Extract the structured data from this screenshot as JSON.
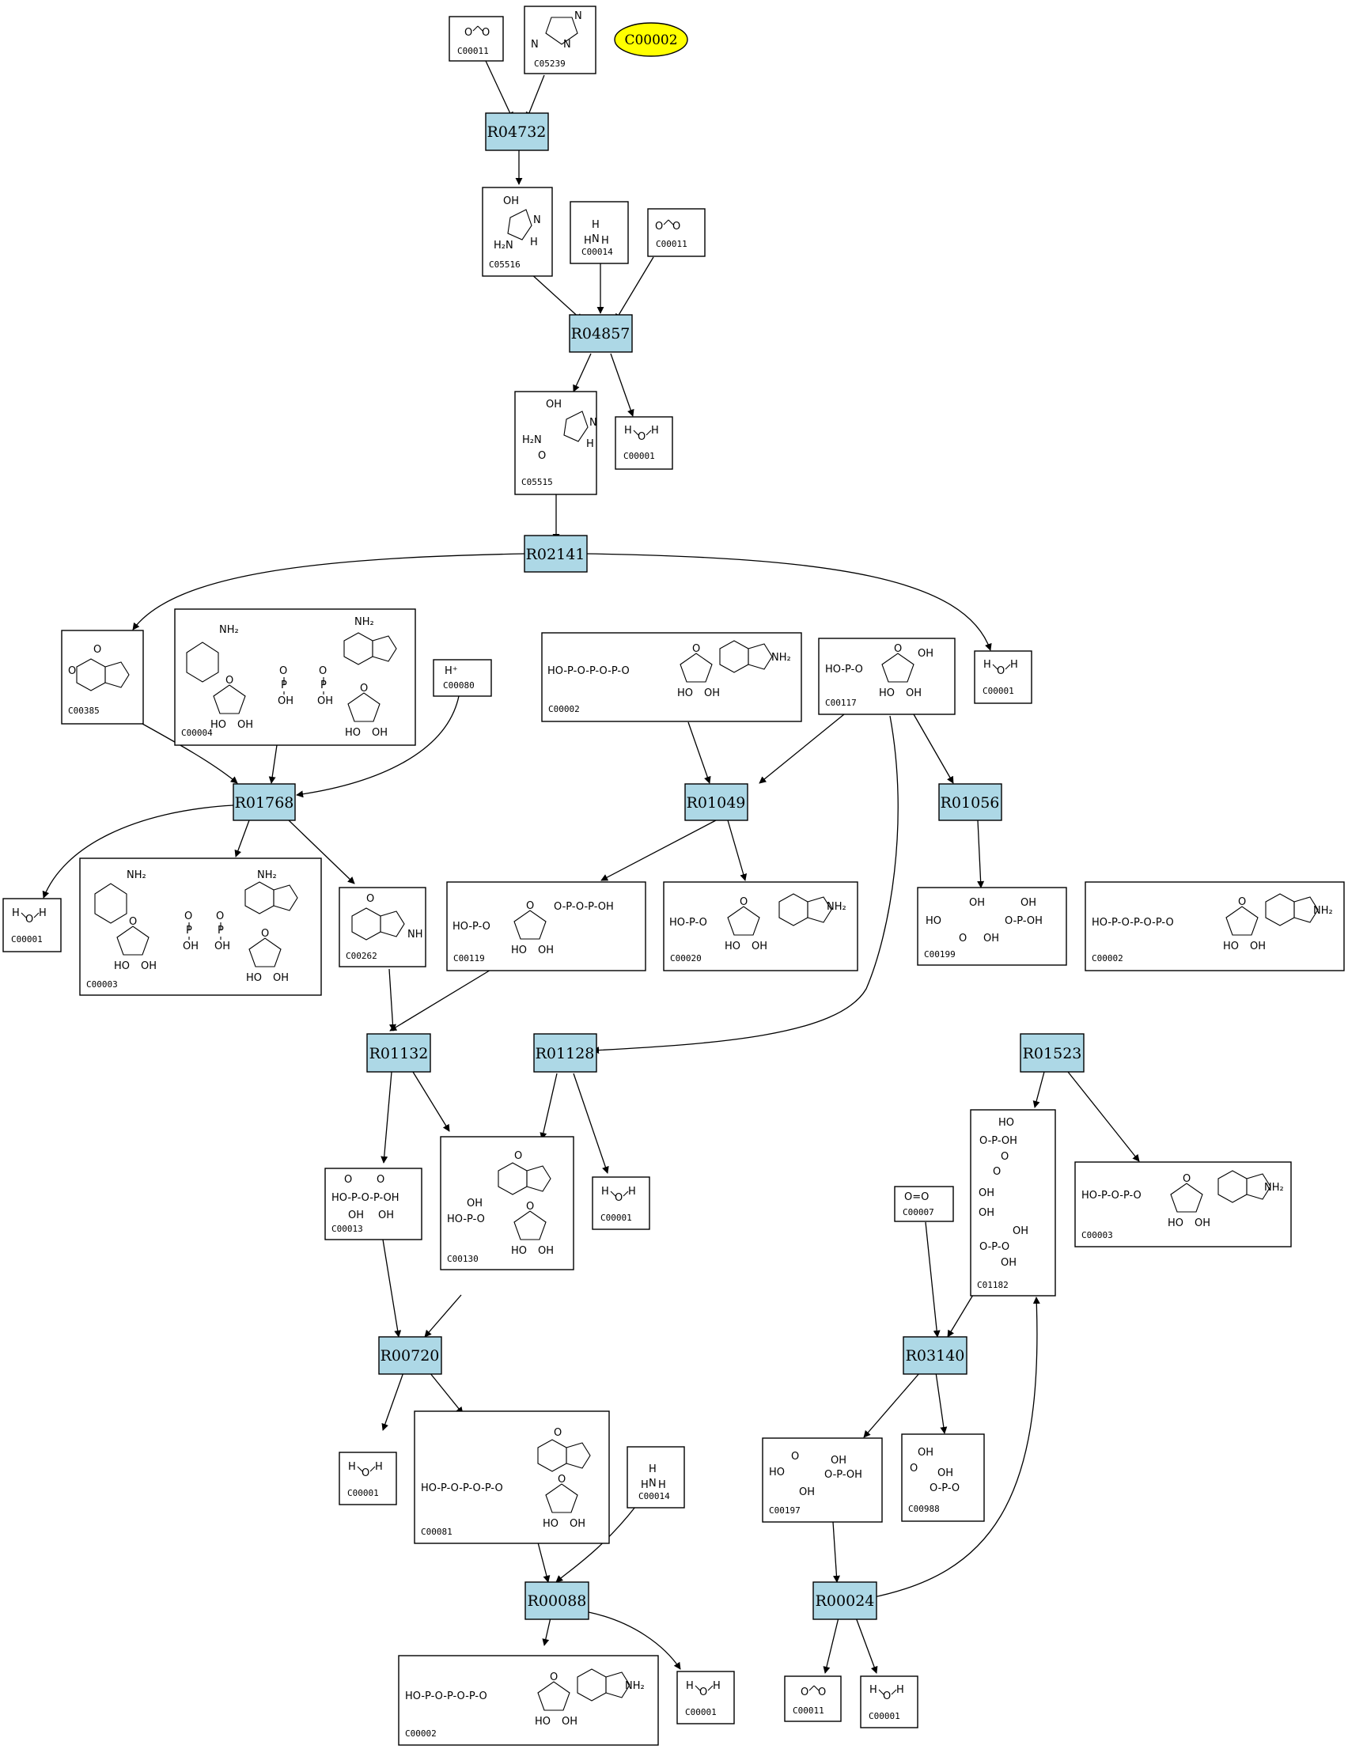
{
  "highlight": {
    "id": "C00002",
    "color": "#ffff00"
  },
  "colors": {
    "reaction_fill": "#add8e6",
    "compound_fill": "#ffffff",
    "edge": "#000000"
  },
  "reactions": {
    "r1": "R04732",
    "r2": "R04857",
    "r3": "R02141",
    "r4": "R01768",
    "r5": "R01049",
    "r6": "R01056",
    "r7": "R01132",
    "r8": "R01128",
    "r9": "R01523",
    "r10": "R00720",
    "r11": "R03140",
    "r12": "R00088",
    "r13": "R00024"
  },
  "compounds": {
    "c1": "C00011",
    "c2": "C05239",
    "c3": "C05516",
    "c4": "C00014",
    "c5": "C00011",
    "c6": "C05515",
    "c7": "C00001",
    "c8": "C00385",
    "c9": "C00004",
    "c10": "C00080",
    "c11": "C00002",
    "c12": "C00117",
    "c13": "C00001",
    "c14": "C00001",
    "c15": "C00003",
    "c16": "C00262",
    "c17": "C00119",
    "c18": "C00020",
    "c19": "C00199",
    "c20": "C00002",
    "c21": "C00013",
    "c22": "C00130",
    "c23": "C00001",
    "c24": "C01182",
    "c25": "C00007",
    "c26": "C00003",
    "c27": "C00001",
    "c28": "C00081",
    "c29": "C00014",
    "c30": "C00197",
    "c31": "C00988",
    "c32": "C00002",
    "c33": "C00001",
    "c34": "C00011",
    "c35": "C00001"
  }
}
